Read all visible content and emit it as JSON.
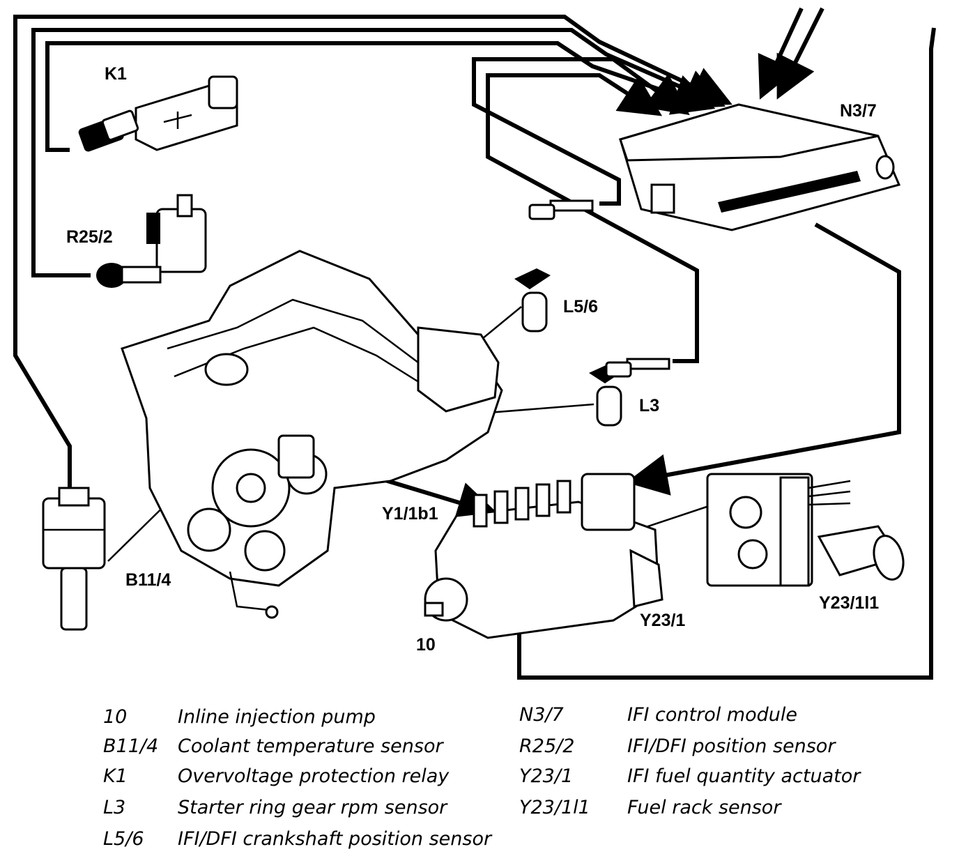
{
  "callouts": {
    "k1": "K1",
    "r25_2": "R25/2",
    "n3_7": "N3/7",
    "l5_6": "L5/6",
    "l3": "L3",
    "y1_1b1": "Y1/1b1",
    "b11_4": "B11/4",
    "y23_1": "Y23/1",
    "y23_1l1": "Y23/1l1",
    "ten": "10"
  },
  "legend": {
    "left": [
      {
        "code": "10",
        "desc": "Inline injection pump"
      },
      {
        "code": "B11/4",
        "desc": "Coolant temperature sensor"
      },
      {
        "code": "K1",
        "desc": "Overvoltage protection relay"
      },
      {
        "code": "L3",
        "desc": "Starter ring gear rpm sensor"
      },
      {
        "code": "L5/6",
        "desc": "IFI/DFI crankshaft position sensor"
      }
    ],
    "right": [
      {
        "code": "N3/7",
        "desc": "IFI control module"
      },
      {
        "code": "R25/2",
        "desc": "IFI/DFI position sensor"
      },
      {
        "code": "Y23/1",
        "desc": "IFI fuel quantity actuator"
      },
      {
        "code": "Y23/1l1",
        "desc": "Fuel rack sensor"
      }
    ]
  }
}
